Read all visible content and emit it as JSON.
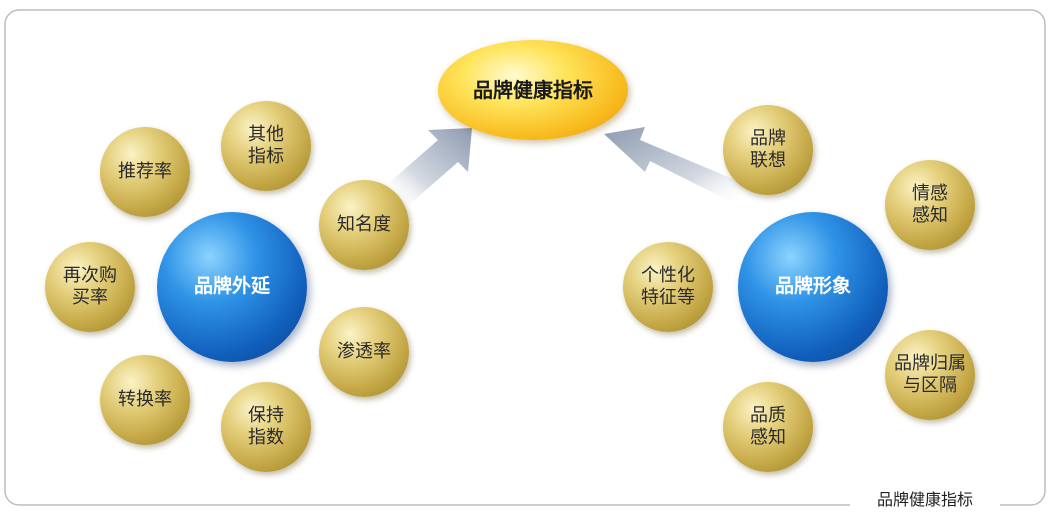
{
  "core": {
    "label": "品牌健康指标"
  },
  "left_hub": {
    "label": "品牌外延"
  },
  "right_hub": {
    "label": "品牌形象"
  },
  "left_satellites": [
    {
      "label": "推荐率"
    },
    {
      "label": "其他\n指标"
    },
    {
      "label": "再次购\n买率"
    },
    {
      "label": "知名度"
    },
    {
      "label": "转换率"
    },
    {
      "label": "渗透率"
    },
    {
      "label": "保持\n指数"
    }
  ],
  "right_satellites": [
    {
      "label": "品牌\n联想"
    },
    {
      "label": "情感\n感知"
    },
    {
      "label": "个性化\n特征等"
    },
    {
      "label": "品牌归属\n与区隔"
    },
    {
      "label": "品质\n感知"
    }
  ],
  "caption": "品牌健康指标",
  "colors": {
    "satellite_gold": "#c7ab4a",
    "hub_blue": "#1160bd",
    "core_yellow": "#f8bb1e",
    "arrow_gray": "#9aa6b8",
    "frame_gray": "#bdbdbd"
  }
}
